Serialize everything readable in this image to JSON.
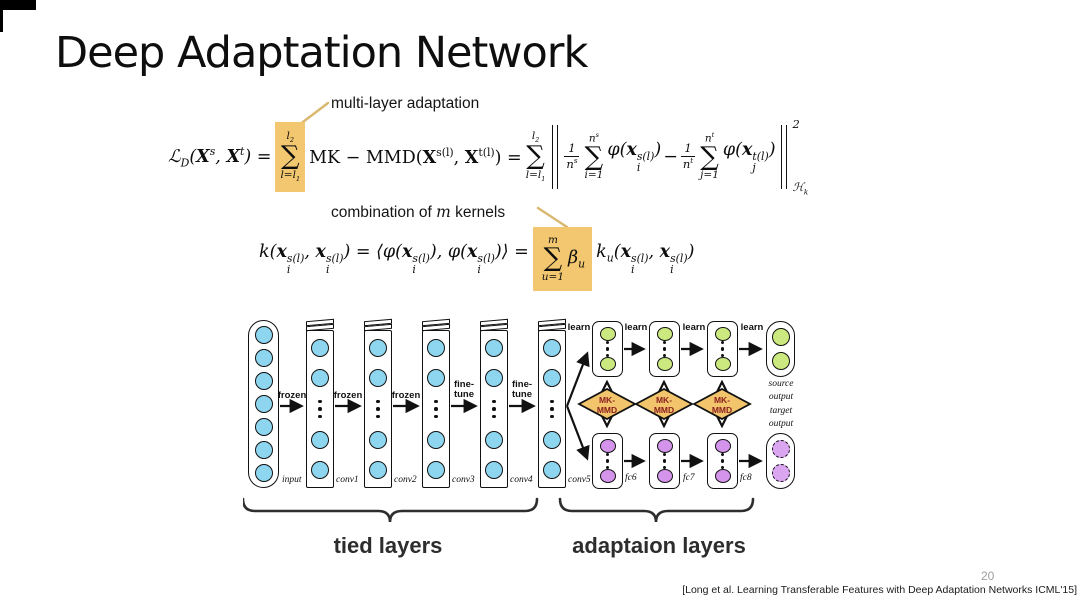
{
  "slide": {
    "title": "Deep Adaptation Network",
    "page_number": "20",
    "citation": "[Long et al. Learning Transferable Features with Deep Adaptation Networks ICML'15]"
  },
  "annotations": {
    "multi_layer": "multi-layer adaptation",
    "kernels_pre": "combination of ",
    "kernels_m": "m",
    "kernels_post": " kernels"
  },
  "formula1": {
    "lhs": "ℒ_{D}(*{X}^{s}, *{X}^{t}) =",
    "sigma": "∑",
    "sum1_top": "l_{2}",
    "sum1_bot": "l=l_{1}",
    "mid": "MK − MMD(*{X}^{s(l)}, *{X}^{t(l)}) =",
    "sum2_top": "l_{2}",
    "sum2_bot": "l=l_{1}",
    "frac1_num": "1",
    "frac1_den": "n^{s}",
    "sum3_top": "n^{s}",
    "sum3_bot": "i=1",
    "phi1": "φ(*{x}~{s(l)|i})",
    "minus": "−",
    "frac2_num": "1",
    "frac2_den": "n^{t}",
    "sum4_top": "n^{t}",
    "sum4_bot": "j=1",
    "phi2": "φ(*{x}~{t(l)|j})",
    "norm_sup": "2",
    "norm_sub": "ℋ_{k}"
  },
  "formula2": {
    "lhs": "k(*{x}~{s(l)|i}, *{x}~{s(l)|i}) = ⟨φ(*{x}~{s(l)|i}), φ(*{x}~{s(l)|i})⟩ =",
    "sigma": "∑",
    "sum_top": "m",
    "sum_bot": "u=1",
    "beta": "β_{u}",
    "rhs": "k_{u}(*{x}~{s(l)|i}, *{x}~{s(l)|i})"
  },
  "diagram": {
    "col_labels": [
      "input",
      "conv1",
      "conv2",
      "conv3",
      "conv4",
      "conv5"
    ],
    "arrow_labels": [
      "frozen",
      "frozen",
      "frozen",
      "fine-\ntune",
      "fine-\ntune"
    ],
    "learn_labels": [
      "learn",
      "learn",
      "learn",
      "learn"
    ],
    "fc_labels": [
      "fc6",
      "fc7",
      "fc8"
    ],
    "mkmmd_line1": "MK-",
    "mkmmd_line2": "MMD",
    "source_output_label": "source\noutput",
    "target_output_label": "target\noutput"
  },
  "captions": {
    "tied": "tied layers",
    "adaptation": "adaptaion layers"
  },
  "colors": {
    "highlight": "#F2C76F",
    "diamond_fill": "#F2C46B",
    "diamond_text": "#8B2121",
    "blue_node": "#8ED5F0",
    "green_node": "#CBE97E",
    "purple_node": "#D494EC",
    "purple_dashed_node": "#DBA6F0",
    "annotation_line": "#D9B870"
  }
}
